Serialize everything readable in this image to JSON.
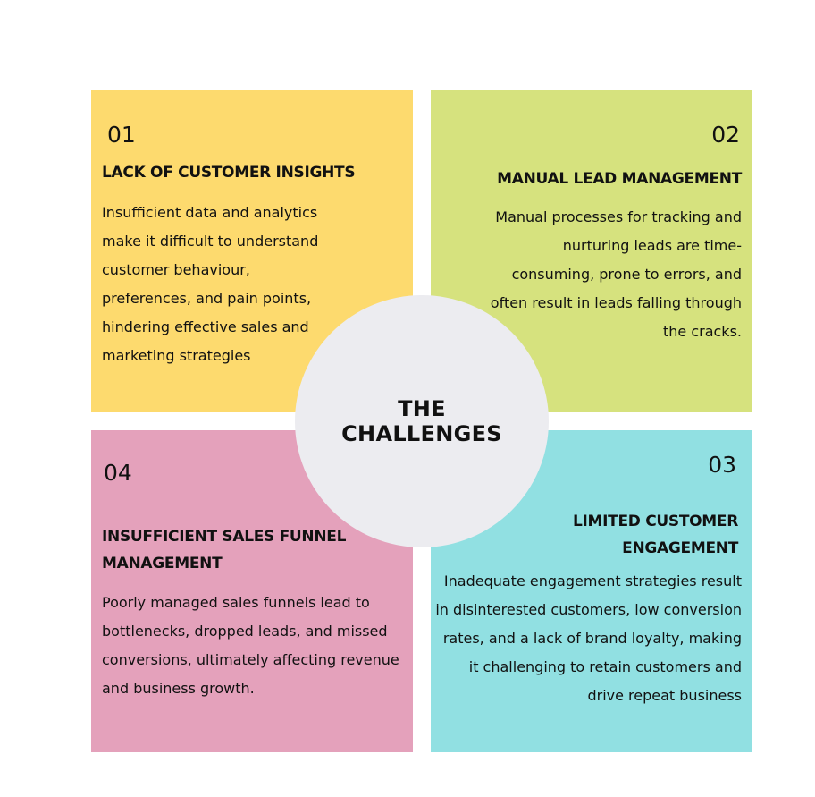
{
  "center": {
    "title": "THE CHALLENGES"
  },
  "quadrants": [
    {
      "number": "01",
      "title": "LACK OF CUSTOMER INSIGHTS",
      "body": "Insufficient data and analytics make it difficult to understand customer behaviour, preferences,  and pain points, hindering effective sales and marketing strategies",
      "color": "#fdda6e"
    },
    {
      "number": "02",
      "title": "MANUAL LEAD MANAGEMENT",
      "body": "Manual processes for tracking and nurturing leads are time-consuming, prone to errors, and  often result in leads falling through the cracks.",
      "color": "#d6e27e"
    },
    {
      "number": "03",
      "title": "LIMITED CUSTOMER ENGAGEMENT",
      "body": "Inadequate engagement strategies result in disinterested customers, low conversion  rates, and a lack of brand loyalty, making it challenging to retain customers and drive repeat business",
      "color": "#91e0e2"
    },
    {
      "number": "04",
      "title": "INSUFFICIENT SALES FUNNEL MANAGEMENT",
      "body": "Poorly managed sales funnels lead to bottlenecks, dropped leads, and missed  conversions, ultimately affecting revenue and business growth.",
      "color": "#e4a1bb"
    }
  ]
}
